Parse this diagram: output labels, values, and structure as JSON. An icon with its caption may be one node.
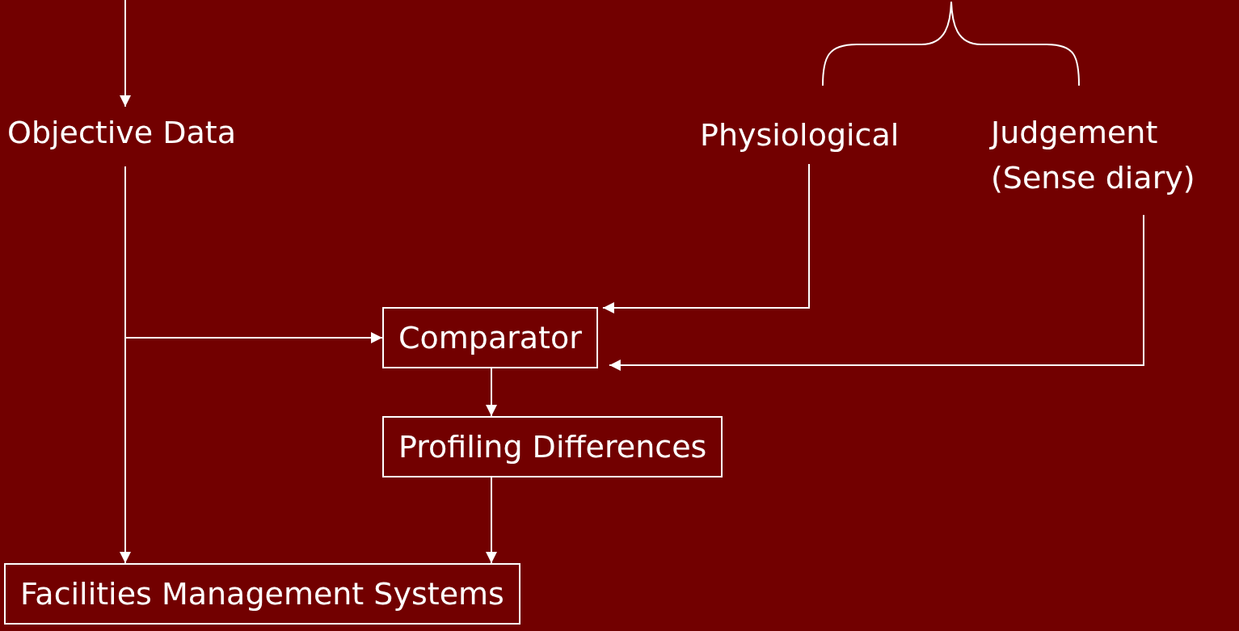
{
  "diagram": {
    "nodes": [
      {
        "text": [
          "Objective Data"
        ]
      },
      {
        "text": [
          "Physiological"
        ]
      },
      {
        "text": [
          "Judgement (Sense diary)"
        ]
      },
      {
        "text": [
          "Comparator"
        ]
      },
      {
        "text": [
          "Profiling Differences"
        ]
      },
      {
        "text": [
          "Facilities Management Systems"
        ]
      }
    ],
    "edges": [
      {
        "from": null,
        "to": 0,
        "arrow": "to"
      },
      {
        "from": 0,
        "to": 5,
        "arrow": "to"
      },
      {
        "from": 0,
        "to": 3,
        "arrow": "to"
      },
      {
        "from": 1,
        "to": 3,
        "arrow": "to"
      },
      {
        "from": 2,
        "to": 3,
        "arrow": "to"
      },
      {
        "from": 3,
        "to": 4,
        "arrow": "to"
      },
      {
        "from": 4,
        "to": 5,
        "arrow": "to"
      }
    ]
  }
}
